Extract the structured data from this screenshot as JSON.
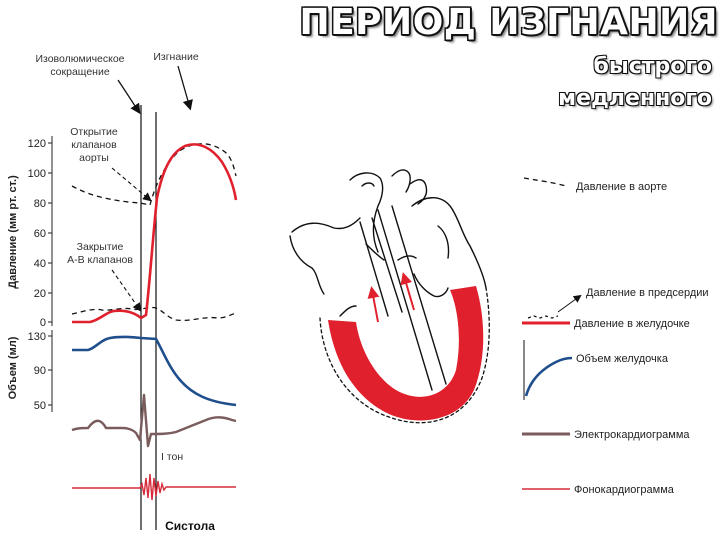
{
  "title": "ПЕРИОД ИЗГНАНИЯ",
  "subtitle_fast": "быстрого",
  "subtitle_slow": "медленного",
  "annotations": {
    "isovolumic": [
      "Изоволюмическое",
      "сокращение"
    ],
    "ejection": "Изгнание",
    "aortic_valve_open": [
      "Открытие",
      "клапанов",
      "аорты"
    ],
    "av_valve_close": [
      "Закрытие",
      "А-В клапанов"
    ],
    "first_tone": "I тон",
    "systole": "Систола"
  },
  "axes": {
    "pressure_label": "Давление (мм рт. ст.)",
    "volume_label": "Объем (мл)",
    "pressure_ticks": [
      "120",
      "100",
      "80",
      "60",
      "40",
      "20",
      "0"
    ],
    "volume_ticks": [
      "130",
      "90",
      "50"
    ]
  },
  "legend": {
    "aorta": "Давление в аорте",
    "atrium": "Давление в предсердии",
    "ventricle": "Давление в желудочке",
    "volume": "Объем желудочка",
    "ecg": "Электрокардиограмма",
    "pcg": "Фонокардиограмма"
  },
  "colors": {
    "ventricle": "#e0202c",
    "volume": "#1f4e8c",
    "ecg": "#7a5c5c",
    "pcg": "#d62b3a",
    "ink": "#222222"
  }
}
